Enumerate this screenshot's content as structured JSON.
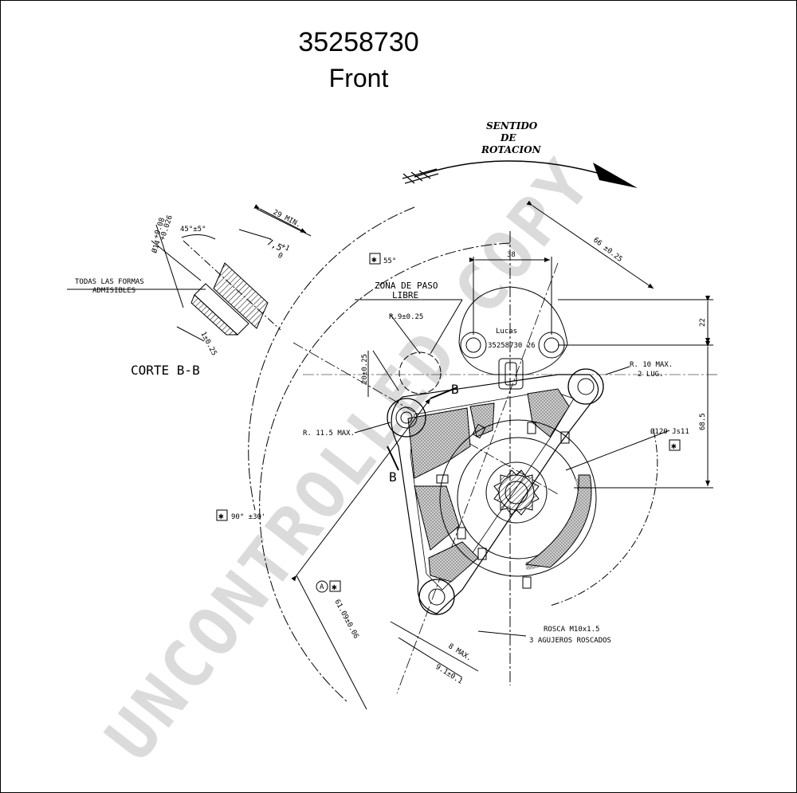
{
  "header": {
    "part_number": "35258730",
    "view": "Front"
  },
  "watermark": "UNCONTROLLED COPY",
  "section": {
    "title": "CORTE B-B",
    "forms_note_1": "TODAS LAS FORMAS",
    "forms_note_2": "ADMISIBLES",
    "dim_min": "29 MIN.",
    "dim_depth": "7,5",
    "dim_depth_tol": "+1",
    "dim_depth_tol2": "0",
    "dim_angle": "45°±5°",
    "dim_bore": "Ø14",
    "dim_bore_tol1": "+0.08",
    "dim_bore_tol2": "+0.026",
    "dim_width": "1±0.25"
  },
  "rotation": {
    "line1": "SENTIDO",
    "line2": "DE",
    "line3": "ROTACION"
  },
  "main": {
    "zone_label_1": "ZONA DE PASO",
    "zone_label_2": "LIBRE",
    "r_zone": "R.9±0.25",
    "dim_38": "38",
    "dim_66": "66 ±0.25",
    "dim_22": "22",
    "dim_68": "68.5",
    "brand": "Lucas",
    "ref_code": "35258730 26",
    "angle_55": "55°",
    "dim_20": "20±0.25",
    "r_lug_1": "R. 10 MAX.",
    "r_lug_2": "2 LUG.",
    "r_115": "R. 11.5 MAX.",
    "dia_120": "Ø120 Js11",
    "section_b_top": "B",
    "section_b_bottom": "B",
    "angle_90": "90° ±30'",
    "datum_a": "A",
    "dim_61": "61.09±0.06",
    "thread_1": "ROSCA M10x1.5",
    "thread_2": "3 AGUJEROS ROSCADOS",
    "dim_8": "8 MAX.",
    "dim_9": "9.1±0.1"
  }
}
